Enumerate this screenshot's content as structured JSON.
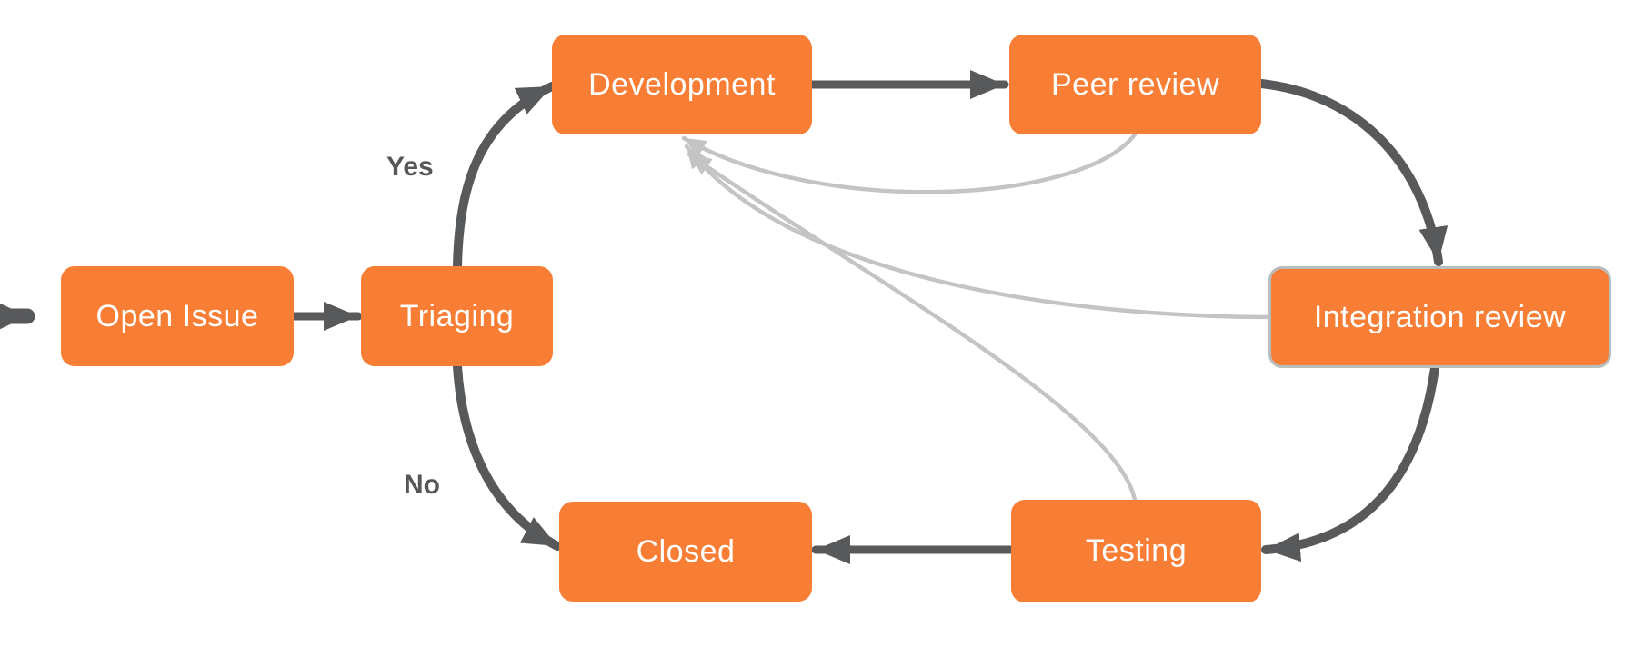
{
  "nodes": {
    "open_issue": {
      "label": "Open Issue"
    },
    "triaging": {
      "label": "Triaging"
    },
    "development": {
      "label": "Development"
    },
    "peer_review": {
      "label": "Peer review"
    },
    "integration_review": {
      "label": "Integration review",
      "highlighted": true
    },
    "testing": {
      "label": "Testing"
    },
    "closed": {
      "label": "Closed"
    }
  },
  "edge_labels": {
    "yes": "Yes",
    "no": "No"
  },
  "edges": [
    {
      "from": "start",
      "to": "open_issue",
      "type": "primary"
    },
    {
      "from": "open_issue",
      "to": "triaging",
      "type": "primary"
    },
    {
      "from": "triaging",
      "to": "development",
      "type": "primary",
      "label": "Yes"
    },
    {
      "from": "triaging",
      "to": "closed",
      "type": "primary",
      "label": "No"
    },
    {
      "from": "development",
      "to": "peer_review",
      "type": "primary"
    },
    {
      "from": "peer_review",
      "to": "integration_review",
      "type": "primary"
    },
    {
      "from": "integration_review",
      "to": "testing",
      "type": "primary"
    },
    {
      "from": "testing",
      "to": "closed",
      "type": "primary"
    },
    {
      "from": "peer_review",
      "to": "development",
      "type": "feedback"
    },
    {
      "from": "integration_review",
      "to": "development",
      "type": "feedback"
    },
    {
      "from": "testing",
      "to": "development",
      "type": "feedback"
    }
  ],
  "colors": {
    "bg": "#ffffff",
    "node_fill": "#f87e35",
    "node_text": "#ffffff",
    "arrow_dark": "#58595b",
    "arrow_light": "#c4c4c4",
    "label_text": "#565759",
    "highlight_border": "#b9bdbd"
  }
}
